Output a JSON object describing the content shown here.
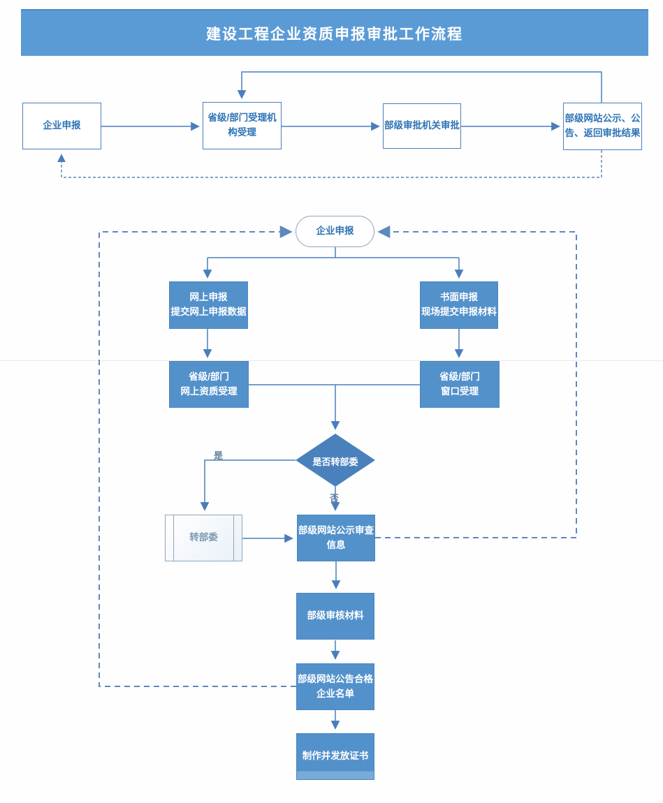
{
  "title": "建设工程企业资质申报审批工作流程",
  "top_flow": {
    "enterprise_application": "企业申报",
    "provincial_acceptance": "省级/部门受理机\n构受理",
    "ministry_approval": "部级审批机关审批",
    "ministry_publicity_result": "部级网站公示、公\n告、返回审批结果"
  },
  "detail_flow": {
    "start": "企业申报",
    "online_application": "网上申报\n提交网上申报数据",
    "paper_application": "书面申报\n现场提交申报材料",
    "provincial_online_acceptance": "省级/部门\n网上资质受理",
    "provincial_window_acceptance": "省级/部门\n窗口受理",
    "decision_transfer": "是否转部委",
    "label_yes": "是",
    "label_no": "否",
    "transfer_ministry": "转部委",
    "ministry_publicity_review": "部级网站公示审查\n信息",
    "ministry_review_materials": "部级审核材料",
    "ministry_announce_qualified": "部级网站公告合格\n企业名单",
    "issue_certificate": "制作并发放证书"
  },
  "colors": {
    "banner_fill": "#5b9bd5",
    "node_fill": "#5391cb",
    "decision_fill": "#4a81bd",
    "connector": "#4a7ebb",
    "dashed_loop": "#5d88bd",
    "outline_text": "#2e74b5"
  }
}
